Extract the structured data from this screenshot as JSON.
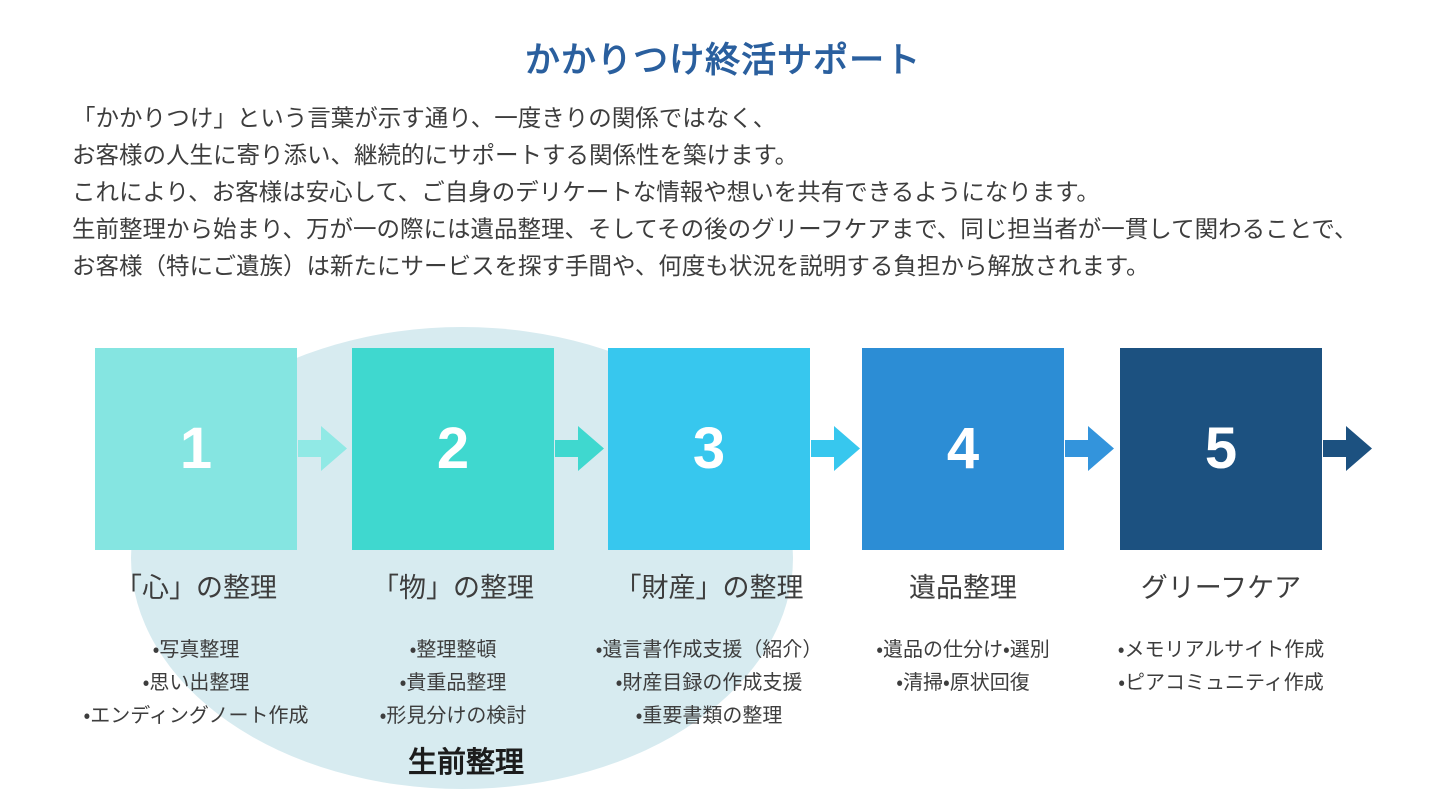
{
  "title": "かかりつけ終活サポート",
  "intro": {
    "lines": [
      "「かかりつけ」という言葉が示す通り、一度きりの関係ではなく、",
      "お客様の人生に寄り添い、継続的にサポートする関係性を築けます。",
      "これにより、お客様は安心して、ご自身のデリケートな情報や想いを共有できるようになります。",
      "生前整理から始まり、万が一の際には遺品整理、そしてその後のグリーフケアまで、同じ担当者が一貫して関わることで、",
      "お客様（特にご遺族）は新たにサービスを探す手間や、何度も状況を説明する負担から解放されます。"
    ]
  },
  "group": {
    "label": "生前整理",
    "ellipse_color": "#D7EBF0"
  },
  "steps": [
    {
      "number": "1",
      "label": "「心」の整理",
      "box_color": "#85E5E1",
      "arrow_color": "#90E9E5",
      "items": [
        "・写真整理",
        "・思い出整理",
        "・エンディングノート作成"
      ]
    },
    {
      "number": "2",
      "label": "「物」の整理",
      "box_color": "#3FD8CF",
      "arrow_color": "#3FD8CF",
      "items": [
        "・整理整頓",
        "・貴重品整理",
        "・形見分けの検討"
      ]
    },
    {
      "number": "3",
      "label": "「財産」の整理",
      "box_color": "#37C7EE",
      "arrow_color": "#37C7EE",
      "items": [
        "・遺言書作成支援（紹介）",
        "・財産目録の作成支援",
        "・重要書類の整理"
      ]
    },
    {
      "number": "4",
      "label": "遺品整理",
      "box_color": "#2C8DD5",
      "arrow_color": "#3394DC",
      "items": [
        "・遺品の仕分け・選別",
        "・清掃・原状回復"
      ]
    },
    {
      "number": "5",
      "label": "グリーフケア",
      "box_color": "#1C5180",
      "arrow_color": "#1C5180",
      "items": [
        "・メモリアルサイト作成",
        "・ピアコミュニティ作成"
      ]
    }
  ],
  "colors": {
    "title": "#2A5F9E",
    "body_text": "#3D3D3D",
    "number_text": "#FFFFFF"
  }
}
